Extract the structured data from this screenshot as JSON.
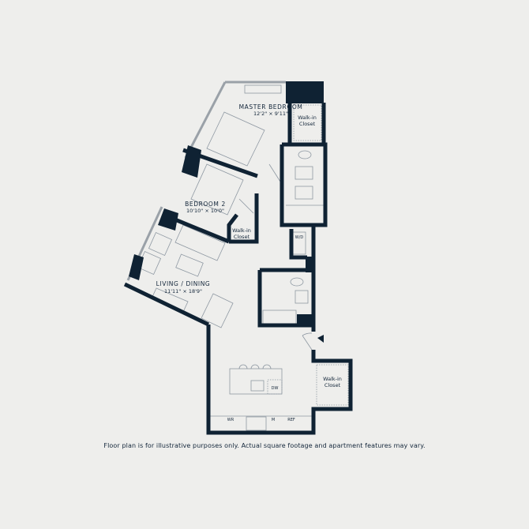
{
  "rooms": {
    "master_bedroom": {
      "name": "MASTER BEDROOM",
      "dims": "12'2\" × 9'11\""
    },
    "bedroom_2": {
      "name": "BEDROOM 2",
      "dims": "10'10\" × 10'0\""
    },
    "living_dining": {
      "name": "LIVING / DINING",
      "dims": "11'11\" × 18'9\""
    },
    "master_closet": {
      "line1": "Walk-in",
      "line2": "Closet"
    },
    "bedroom2_closet": {
      "line1": "Walk-in",
      "line2": "Closet"
    },
    "entry_closet": {
      "line1": "Walk-in",
      "line2": "Closet"
    }
  },
  "appliances": {
    "washer_dryer": "W/D",
    "dishwasher": "DW",
    "wine_refrigerator": "WR",
    "microwave": "M",
    "refrigerator": "REF"
  },
  "footnote": "Floor plan is for illustrative purposes only. Actual square footage and apartment features may vary.",
  "colors": {
    "wall": "#0f2233",
    "line": "#8e98a2",
    "background": "#eeeeec",
    "window": "#9aa1a8"
  }
}
